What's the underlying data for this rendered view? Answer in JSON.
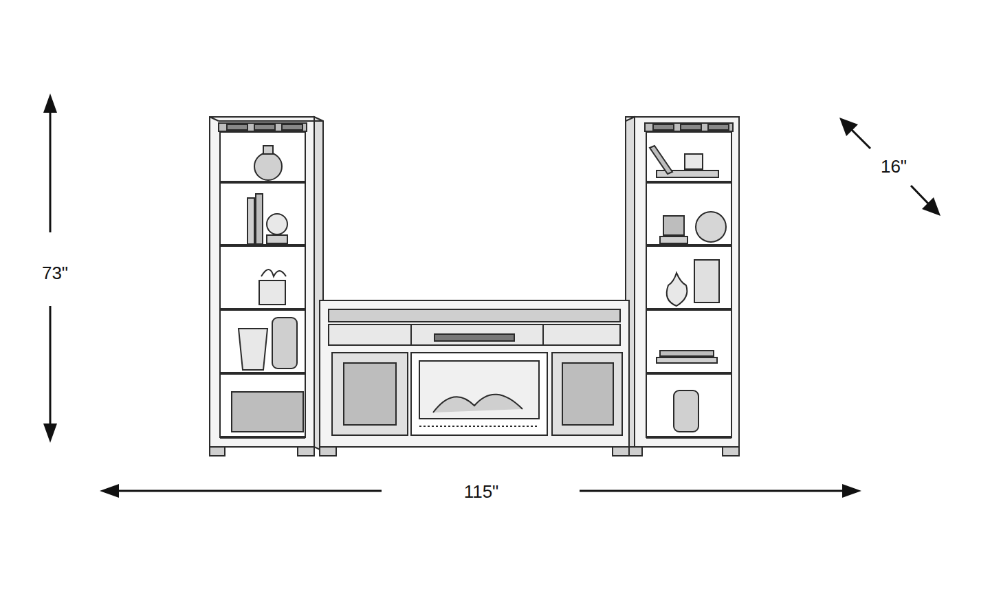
{
  "diagram": {
    "labels": [
      "73\"",
      "115\"",
      "16\""
    ]
  }
}
